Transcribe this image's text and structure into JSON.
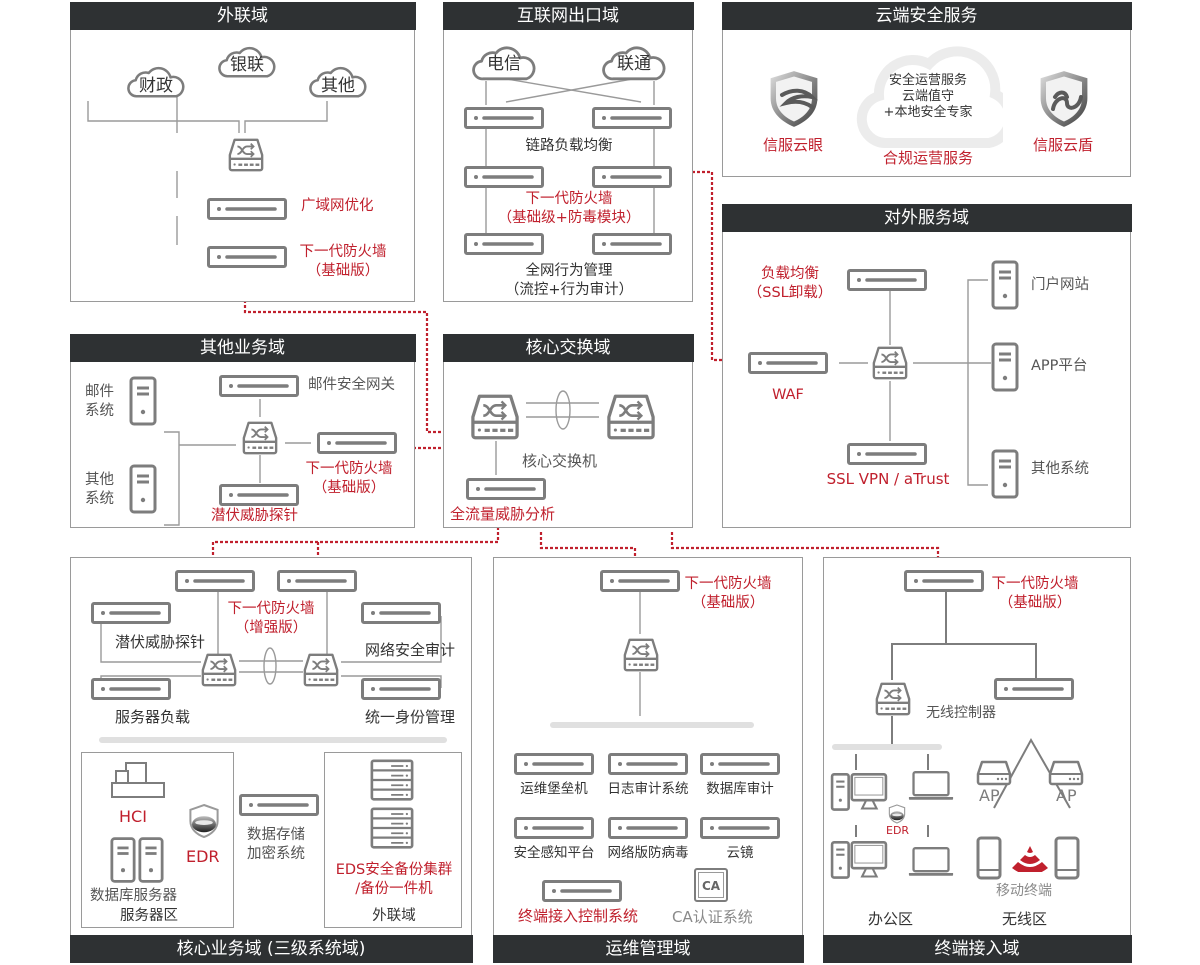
{
  "colors": {
    "accent_red": "#c0202d",
    "header_bg": "#2e3133",
    "device_gray": "#7d7d7d",
    "line_gray": "#9a9a9a"
  },
  "panels": {
    "external": {
      "title": "外联域",
      "clouds": [
        "财政",
        "银联",
        "其他"
      ],
      "wan_opt": "广域网优化",
      "ngfw": [
        "下一代防火墙",
        "（基础版）"
      ]
    },
    "internet": {
      "title": "互联网出口域",
      "clouds": [
        "电信",
        "联通"
      ],
      "link_lb": "链路负载均衡",
      "ngfw": [
        "下一代防火墙",
        "（基础级+防毒模块）"
      ],
      "behavior": [
        "全网行为管理",
        "（流控+行为审计）"
      ]
    },
    "cloud_security": {
      "title": "云端安全服务",
      "left_product": "信服云眼",
      "right_product": "信服云盾",
      "cloud_text": [
        "安全运营服务",
        "云端值守",
        "+本地安全专家"
      ],
      "center_label": "合规运营服务"
    },
    "public_service": {
      "title": "对外服务域",
      "lb": [
        "负载均衡",
        "（SSL卸载）"
      ],
      "waf": "WAF",
      "vpn": "SSL VPN / aTrust",
      "servers": [
        "门户网站",
        "APP平台",
        "其他系统"
      ]
    },
    "other_business": {
      "title": "其他业务域",
      "mail_system": [
        "邮件",
        "系统"
      ],
      "other_system": [
        "其他",
        "系统"
      ],
      "mail_gateway": "邮件安全网关",
      "ngfw": [
        "下一代防火墙",
        "（基础版）"
      ],
      "probe": "潜伏威胁探针"
    },
    "core_switch": {
      "title": "核心交换域",
      "switch_label": "核心交换机",
      "traffic_analysis": "全流量威胁分析"
    },
    "core_business": {
      "title": "核心业务域 (三级系统域)",
      "ngfw": [
        "下一代防火墙",
        "（增强版）"
      ],
      "probe": "潜伏威胁探针",
      "server_lb": "服务器负载",
      "net_audit": "网络安全审计",
      "identity": "统一身份管理",
      "server_zone": {
        "title": "服务器区",
        "hci": "HCI",
        "edr": "EDR",
        "db": "数据库服务器"
      },
      "encryption": [
        "数据存储",
        "加密系统"
      ],
      "external_zone": {
        "title": "外联域",
        "eds": [
          "EDS安全备份集群",
          "/备份一件机"
        ]
      }
    },
    "ops": {
      "title": "运维管理域",
      "ngfw": [
        "下一代防火墙",
        "（基础版）"
      ],
      "items": [
        "运维堡垒机",
        "日志审计系统",
        "数据库审计",
        "安全感知平台",
        "网络版防病毒",
        "云镜"
      ],
      "nac": "终端接入控制系统",
      "ca_badge": "CA",
      "ca": "CA认证系统"
    },
    "terminal": {
      "title": "终端接入域",
      "ngfw": [
        "下一代防火墙",
        "（基础版）"
      ],
      "wlc": "无线控制器",
      "edr": "EDR",
      "ap": "AP",
      "mobile": "移动终端",
      "office": "办公区",
      "wireless": "无线区"
    }
  }
}
